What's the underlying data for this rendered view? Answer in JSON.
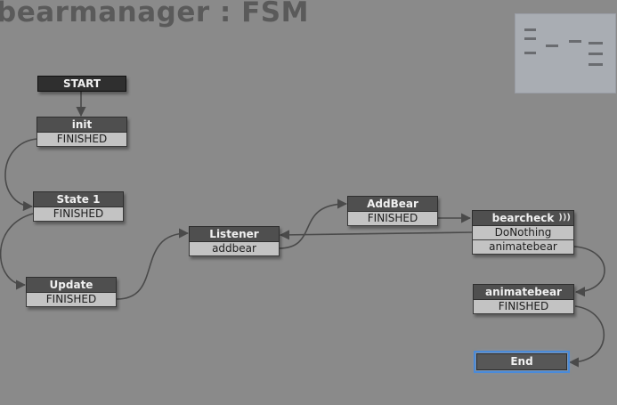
{
  "graph": {
    "title": "bearmanager : FSM",
    "states": [
      {
        "id": "start",
        "label": "START",
        "transitions": []
      },
      {
        "id": "init",
        "label": "init",
        "transitions": [
          "FINISHED"
        ]
      },
      {
        "id": "state1",
        "label": "State 1",
        "transitions": [
          "FINISHED"
        ]
      },
      {
        "id": "update",
        "label": "Update",
        "transitions": [
          "FINISHED"
        ]
      },
      {
        "id": "listener",
        "label": "Listener",
        "transitions": [
          "addbear"
        ]
      },
      {
        "id": "addbear",
        "label": "AddBear",
        "transitions": [
          "FINISHED"
        ]
      },
      {
        "id": "bearcheck",
        "label": "bearcheck",
        "transitions": [
          "DoNothing",
          "animatebear"
        ]
      },
      {
        "id": "animatebear",
        "label": "animatebear",
        "transitions": [
          "FINISHED"
        ]
      },
      {
        "id": "end",
        "label": "End",
        "transitions": []
      }
    ],
    "selected_state": "end",
    "colors": {
      "canvas": "#8a8a8a",
      "state_header": "#4f4f4f",
      "transition": "#c3c3c3",
      "selection": "#4a8ad8",
      "link": "#4a4a4a"
    },
    "icons": {
      "bearcheck_header": "audio-wave-icon"
    }
  }
}
